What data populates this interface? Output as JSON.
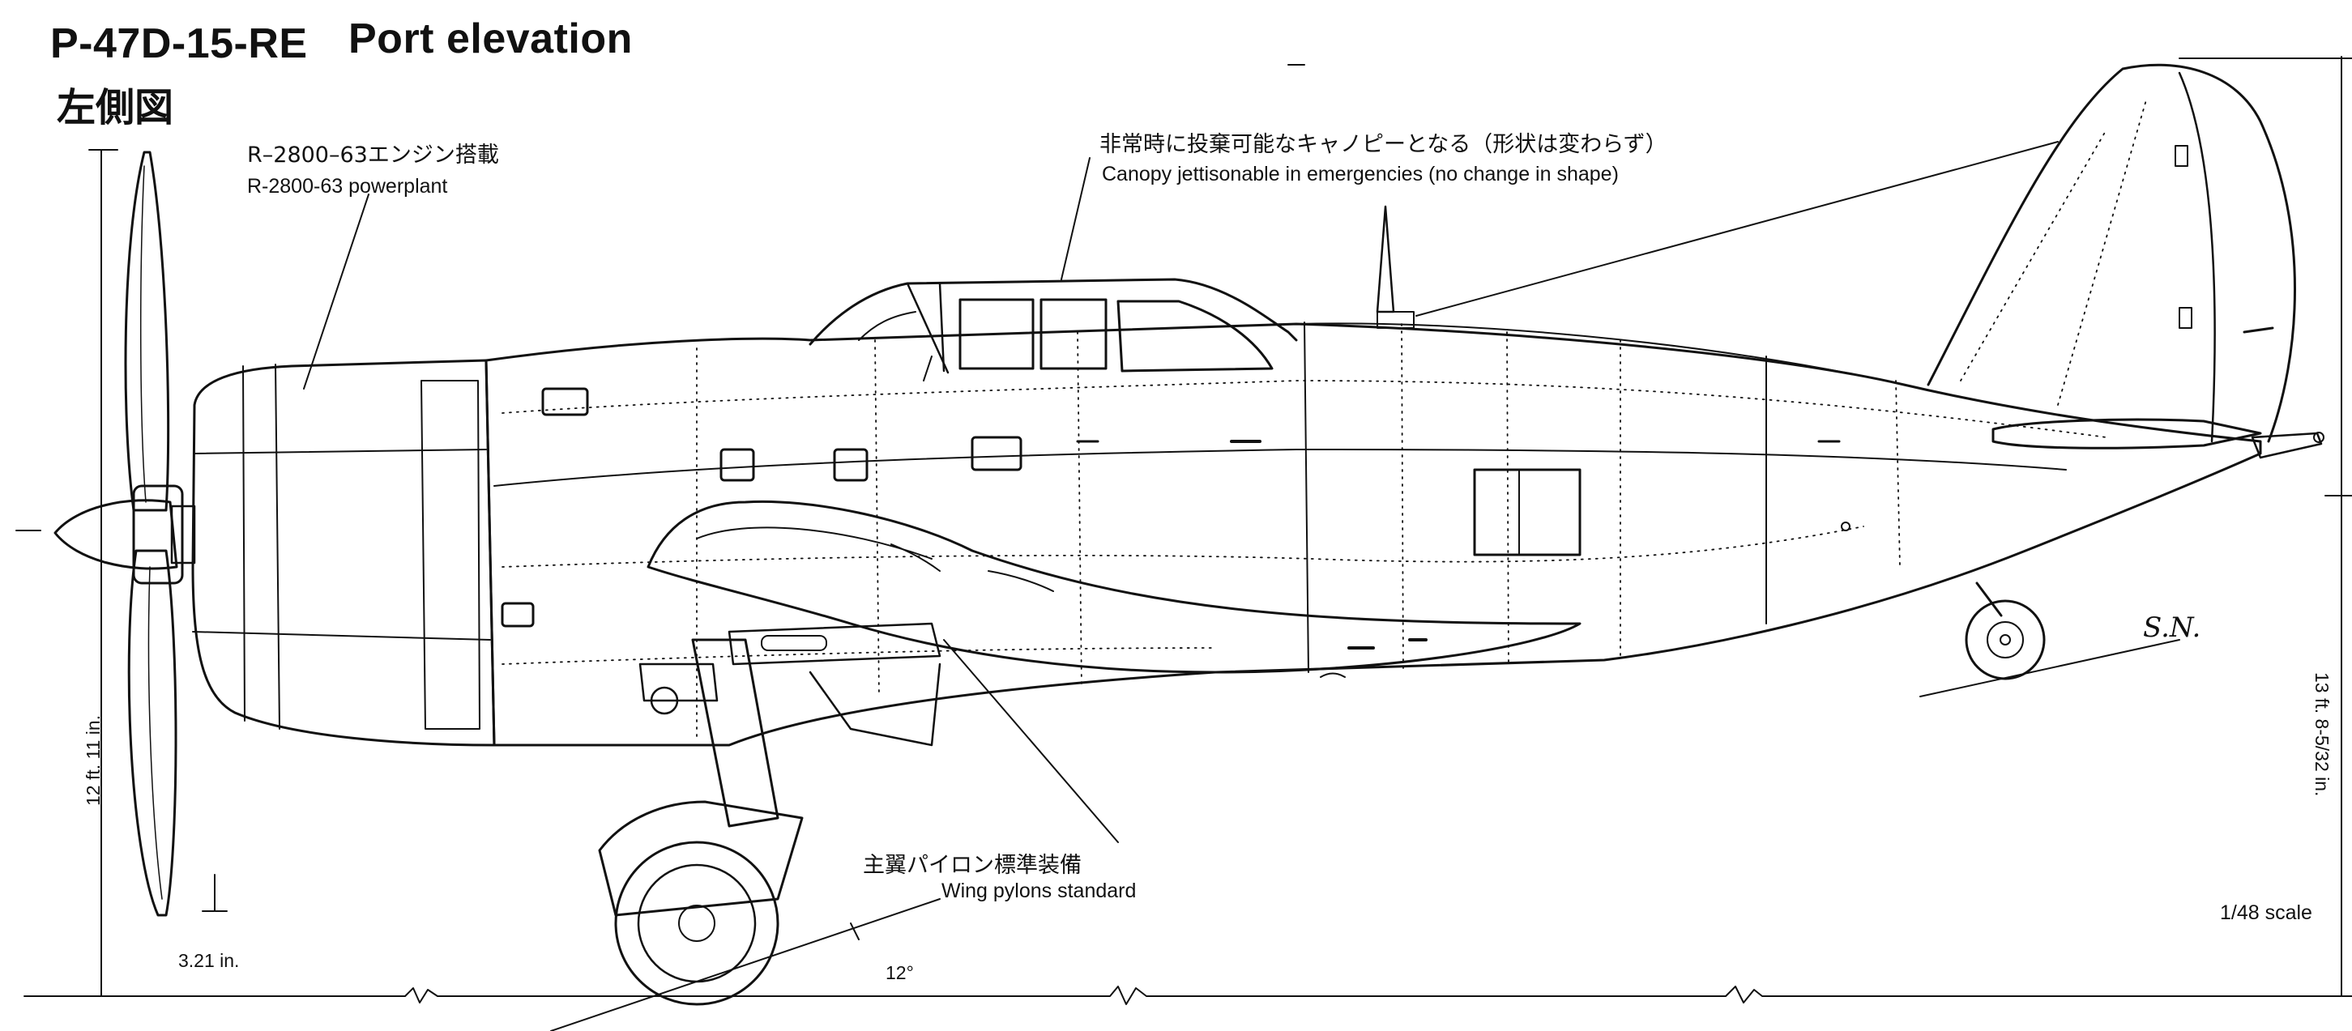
{
  "title": {
    "designation": "P-47D-15-RE",
    "view": "Port elevation",
    "japanese": "左側図"
  },
  "callouts": {
    "engine_jp": "R–2800–63エンジン搭載",
    "engine_en": "R-2800-63 powerplant",
    "canopy_jp": "非常時に投棄可能なキャノピーとなる（形状は変わらず）",
    "canopy_en": "Canopy jettisonable in emergencies (no change in shape)",
    "pylon_jp": "主翼パイロン標準装備",
    "pylon_en": "Wing pylons standard"
  },
  "dimensions": {
    "prop_height": "12 ft. 11 in.",
    "prop_clearance": "3.21 in.",
    "angle": "12°",
    "overall_height": "13 ft. 8-5/32 in."
  },
  "scale": "1/48 scale",
  "signature": "S.N."
}
